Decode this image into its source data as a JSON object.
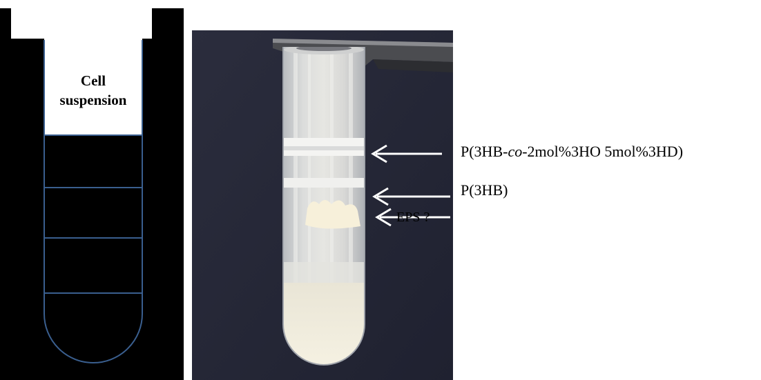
{
  "schematic": {
    "cell_suspension_line1": "Cell",
    "cell_suspension_line2": "suspension",
    "background_color": "#000000",
    "tube_outline_color": "#3a5f8f"
  },
  "photo": {
    "background_color": "#262838"
  },
  "annotations": [
    {
      "prefix": "P(3HB-",
      "italic": "co",
      "suffix": "-2mol%3HO 5mol%3HD)"
    },
    {
      "prefix": "P(3HB)",
      "italic": "",
      "suffix": ""
    },
    {
      "prefix": "EPS ?",
      "italic": "",
      "suffix": ""
    }
  ],
  "arrow_color": "#ffffff"
}
